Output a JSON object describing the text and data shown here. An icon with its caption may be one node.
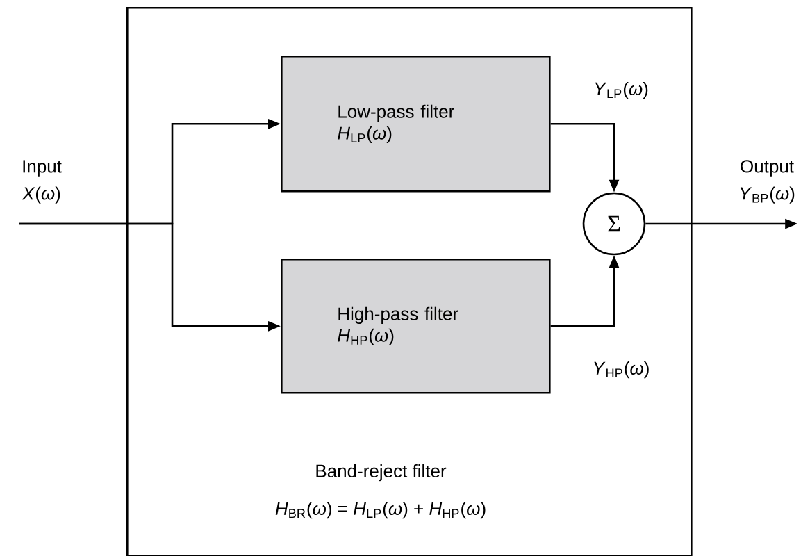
{
  "diagram": {
    "nodes": [
      {
        "text": [
          "Band-reject filter",
          "*H*$_{BR}$(*ω*) = *H*$_{LP}$(*ω*) + *H*$_{HP}$(*ω*)"
        ]
      },
      {
        "text": [
          "Low-pass filter *H*$_{LP}$(*ω*)"
        ],
        "in": 0
      },
      {
        "text": [
          "High-pass filter *H*$_{HP}$(*ω*)"
        ],
        "in": 0
      },
      {
        "text": [
          "Σ"
        ],
        "in": 0
      },
      {
        "text": [
          "Input",
          "*X*(*ω*)"
        ]
      },
      {
        "text": [
          "Output",
          "*Y*$_{BP}$(*ω*)"
        ]
      }
    ],
    "edges": [
      {
        "from": 4,
        "to": 1,
        "arrow": "to"
      },
      {
        "from": 4,
        "to": 2,
        "arrow": "to"
      },
      {
        "from": 1,
        "to": 3,
        "arrow": "to",
        "label": "*Y*$_{LP}$(*ω*)"
      },
      {
        "from": 2,
        "to": 3,
        "arrow": "to",
        "label": "*Y*$_{HP}$(*ω*)"
      },
      {
        "from": 3,
        "to": 5,
        "arrow": "to"
      }
    ]
  }
}
